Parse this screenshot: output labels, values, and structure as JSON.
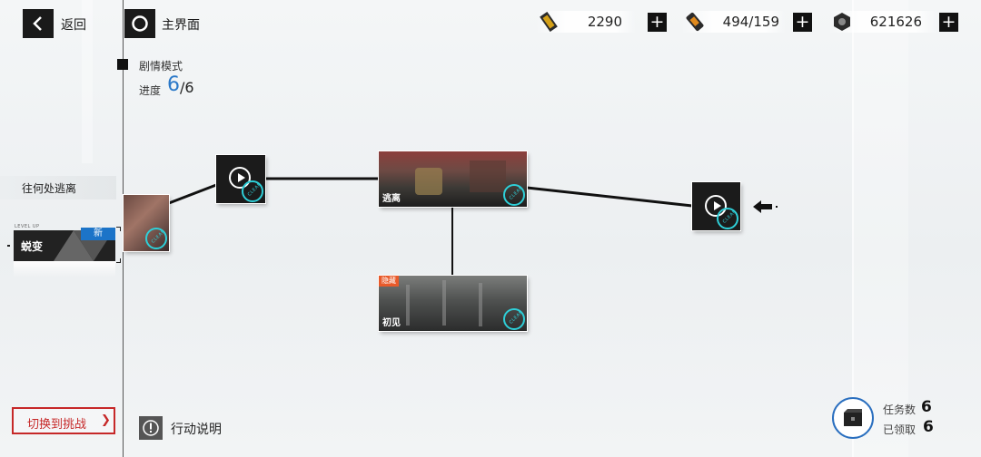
{
  "header": {
    "back_label": "返回",
    "home_label": "主界面"
  },
  "resources": [
    {
      "icon": "energy-cell-icon",
      "value": "2290"
    },
    {
      "icon": "stamina-canister-icon",
      "value": "494/159"
    },
    {
      "icon": "coin-icon",
      "value": "621626"
    }
  ],
  "mode": {
    "label": "剧情模式",
    "progress_label": "进度",
    "progress_current": "6",
    "progress_total": "/6"
  },
  "sidebar": {
    "chapter_label": "往何处逃离",
    "level_up_text": "LEVEL UP",
    "level_name": "蜕变",
    "new_badge": "新",
    "challenge_button": "切换到挑战",
    "challenge_arrow": "❯"
  },
  "stages": [
    {
      "title": "",
      "status": "CLEAR"
    },
    {
      "title": "",
      "status": "CLEAR"
    },
    {
      "title": "逃离",
      "status": "CLEAR"
    },
    {
      "title": "初见",
      "status": "CLEAR",
      "tag": "隐藏"
    },
    {
      "title": "",
      "status": "CLEAR"
    }
  ],
  "help": {
    "label": "行动说明"
  },
  "rewards": {
    "tasks_label": "任务数",
    "tasks_value": "6",
    "claimed_label": "已领取",
    "claimed_value": "6"
  },
  "colors": {
    "accent_blue": "#2a78c8",
    "clear_cyan": "#2ecfd8",
    "challenge_red": "#c62828",
    "hidden_orange": "#e85a2a"
  }
}
